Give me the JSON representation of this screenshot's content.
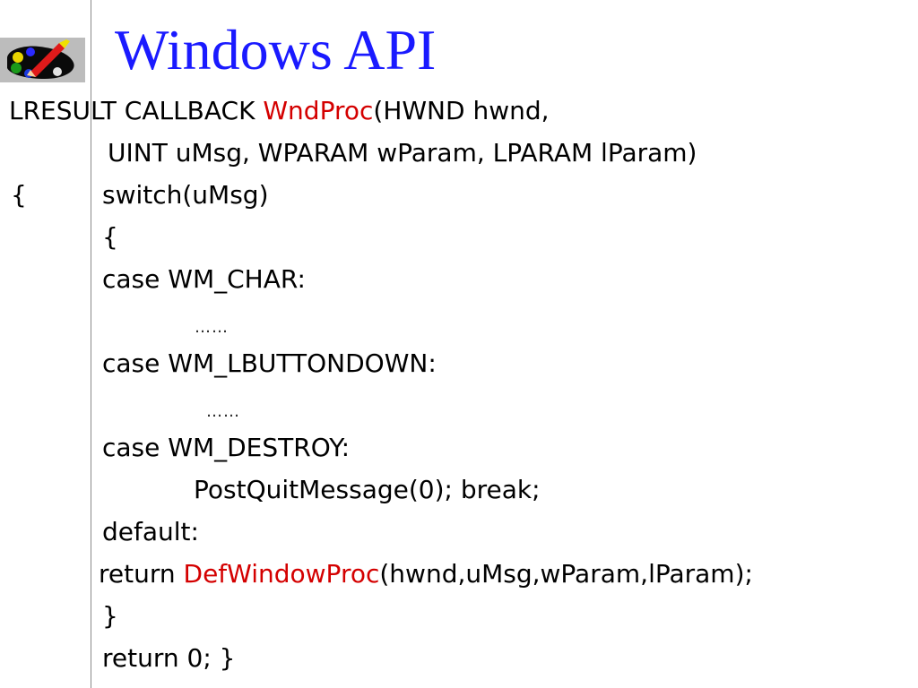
{
  "slide": {
    "title": "Windows API",
    "accent_color": "#d40000",
    "title_color": "#1a1aff",
    "logo_icon": "pencil-palette-icon"
  },
  "code": {
    "line1_a": "LRESULT CALLBACK ",
    "line1_fn": "WndProc",
    "line1_b": "(HWND hwnd,",
    "line2": "UINT uMsg, WPARAM wParam, LPARAM lParam)",
    "line3_brace": "{",
    "line3_code": "switch(uMsg)",
    "line4": "{",
    "line5": "case WM_CHAR:",
    "line6": "……",
    "line7": "case WM_LBUTTONDOWN:",
    "line8": "……",
    "line9": "case WM_DESTROY:",
    "line10": "PostQuitMessage(0);  break;",
    "line11": "default:",
    "line12_a": "return ",
    "line12_fn": "DefWindowProc",
    "line12_b": "(hwnd,uMsg,wParam,lParam);",
    "line13": "}",
    "line14": "return 0;  }"
  }
}
